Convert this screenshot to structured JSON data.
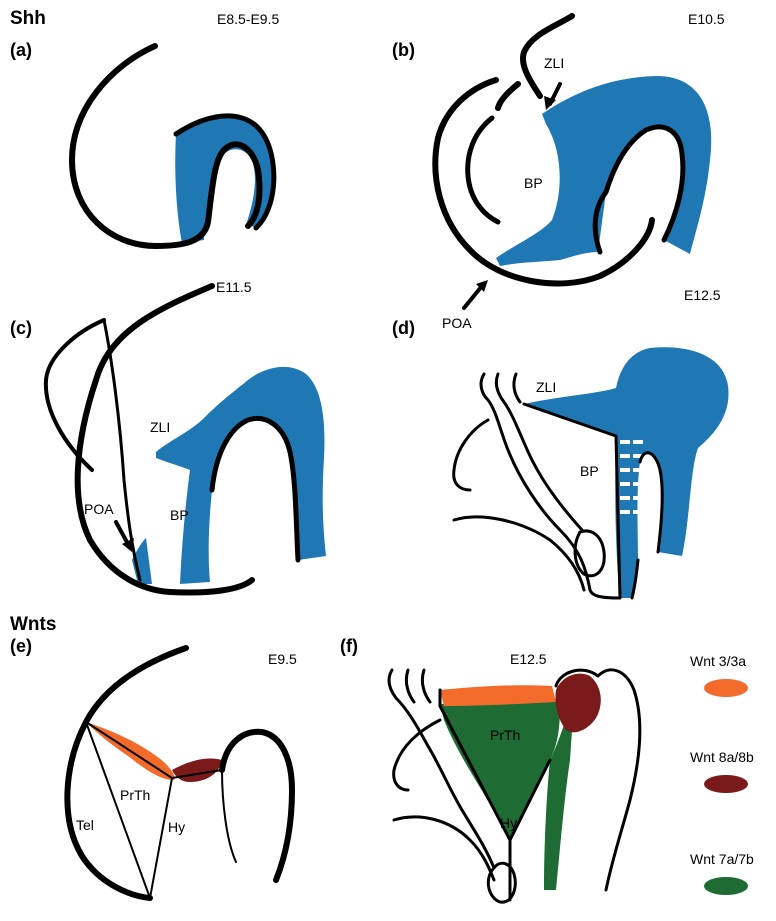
{
  "sections": {
    "shh": "Shh",
    "wnts": "Wnts"
  },
  "panels": {
    "a": {
      "letter": "(a)",
      "stage": "E8.5-E9.5"
    },
    "b": {
      "letter": "(b)",
      "stage": "E10.5",
      "labels": {
        "zli": "ZLI",
        "bp": "BP",
        "poa": "POA"
      }
    },
    "c": {
      "letter": "(c)",
      "stage": "E11.5",
      "labels": {
        "zli": "ZLI",
        "bp": "BP",
        "poa": "POA"
      }
    },
    "d": {
      "letter": "(d)",
      "stage": "E12.5",
      "labels": {
        "zli": "ZLI",
        "bp": "BP"
      }
    },
    "e": {
      "letter": "(e)",
      "stage": "E9.5",
      "labels": {
        "tel": "Tel",
        "prth": "PrTh",
        "hy": "Hy"
      }
    },
    "f": {
      "letter": "(f)",
      "stage": "E12.5",
      "labels": {
        "prth": "PrTh",
        "hy": "Hy"
      }
    }
  },
  "legend": [
    {
      "label": "Wnt 3/3a",
      "color": "#f26b2a"
    },
    {
      "label": "Wnt 8a/8b",
      "color": "#7a1a1a"
    },
    {
      "label": "Wnt 7a/7b",
      "color": "#1e6b34"
    }
  ],
  "colors": {
    "shh": "#1f78b4",
    "wnt3": "#f26b2a",
    "wnt8": "#7a1a1a",
    "wnt7": "#1e6b34"
  }
}
